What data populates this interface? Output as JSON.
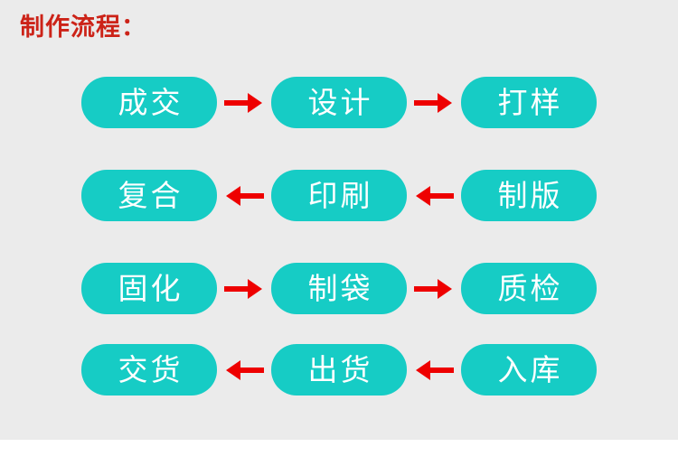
{
  "title": "制作流程：",
  "colors": {
    "panel_background": "#ebebeb",
    "node_fill": "#16ccc5",
    "node_text": "#ffffff",
    "title_red": "#cc2318",
    "arrow_red": "#ee0000",
    "page_background": "#ffffff"
  },
  "flow": {
    "rows": [
      {
        "direction": "right",
        "nodes": [
          {
            "label": "成交"
          },
          {
            "label": "设计"
          },
          {
            "label": "打样"
          }
        ],
        "connectors": [
          {
            "icon": "arrow-right-icon"
          },
          {
            "icon": "arrow-right-icon"
          }
        ]
      },
      {
        "direction": "left",
        "nodes": [
          {
            "label": "复合"
          },
          {
            "label": "印刷"
          },
          {
            "label": "制版"
          }
        ],
        "connectors": [
          {
            "icon": "arrow-left-icon"
          },
          {
            "icon": "arrow-left-icon"
          }
        ]
      },
      {
        "direction": "right",
        "nodes": [
          {
            "label": "固化"
          },
          {
            "label": "制袋"
          },
          {
            "label": "质检"
          }
        ],
        "connectors": [
          {
            "icon": "arrow-right-icon"
          },
          {
            "icon": "arrow-right-icon"
          }
        ]
      },
      {
        "direction": "left",
        "nodes": [
          {
            "label": "交货"
          },
          {
            "label": "出货"
          },
          {
            "label": "入库"
          }
        ],
        "connectors": [
          {
            "icon": "arrow-left-icon"
          },
          {
            "icon": "arrow-left-icon"
          }
        ]
      }
    ]
  }
}
